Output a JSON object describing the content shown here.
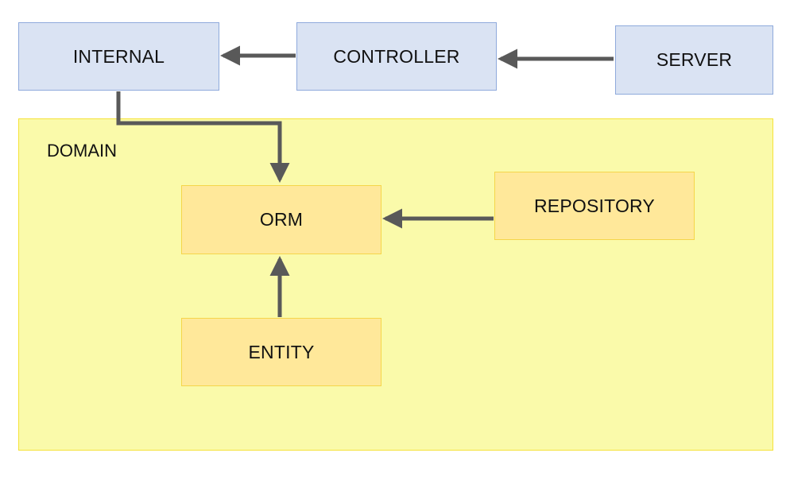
{
  "diagram": {
    "nodes": {
      "internal": {
        "label": "INTERNAL",
        "color": "#dae3f3"
      },
      "controller": {
        "label": "CONTROLLER",
        "color": "#dae3f3"
      },
      "server": {
        "label": "SERVER",
        "color": "#dae3f3"
      },
      "domain": {
        "label": "DOMAIN",
        "color": "#fafaaa"
      },
      "orm": {
        "label": "ORM",
        "color": "#ffe89a"
      },
      "repository": {
        "label": "REPOSITORY",
        "color": "#ffe89a"
      },
      "entity": {
        "label": "ENTITY",
        "color": "#ffe89a"
      }
    },
    "edges": [
      {
        "from": "server",
        "to": "controller"
      },
      {
        "from": "controller",
        "to": "internal"
      },
      {
        "from": "internal",
        "to": "orm"
      },
      {
        "from": "repository",
        "to": "orm"
      },
      {
        "from": "entity",
        "to": "orm"
      }
    ],
    "arrow_color": "#595959"
  }
}
